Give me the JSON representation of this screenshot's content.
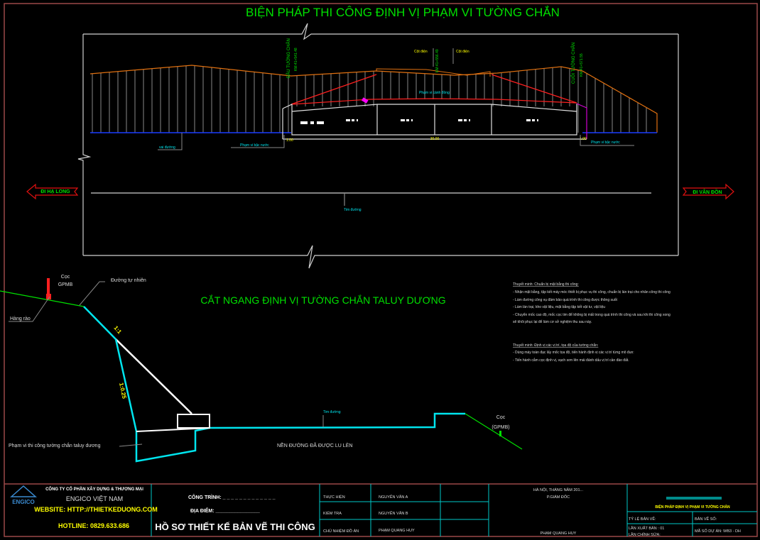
{
  "plan": {
    "title": "BIỆN PHÁP THI CÔNG ĐỊNH VỊ PHẠM VI TƯỜNG CHẮN",
    "start_label": "ĐẦU TƯỜNG CHẮN",
    "start_km": "KM:41+541.48",
    "end_label": "CUỐI TƯỜNG CHẮN",
    "end_km": "KM:41+571.55",
    "mid_km": "KM:41+556.49",
    "pole_left": "Cột điện",
    "pole_right": "Cột điện",
    "range_label": "Phạm vi cánh đồng",
    "road_edge": "vai đường",
    "step_left": "Phạm vi bậc nước",
    "step_right": "Phạm vi bậc nước",
    "centerline": "Tim đường",
    "dir_left": "ĐI HẠ LONG",
    "dir_right": "ĐI VÂN ĐỒN",
    "dim_left": "1.00",
    "dim_mid": "30.00",
    "dim_right": "1.00"
  },
  "section": {
    "title": "CẮT NGANG ĐỊNH VỊ TƯỜNG CHẮN TALUY DƯƠNG",
    "stake_left": [
      "Cọc",
      "GPMB"
    ],
    "natural_ground": "Đường tự nhiên",
    "fence": "Hàng rào",
    "slope_top": "1:1",
    "slope_wall": "1:0.25",
    "range": "Phạm vi thi công tường chắn taluy dương",
    "road_base": "NỀN ĐƯỜNG ĐÃ ĐƯỢC LU LÈN",
    "centerline": "Tim đường",
    "stake_right": [
      "Cọc",
      "(GPMB)"
    ]
  },
  "notes": {
    "n1_title": "Thuyết minh: Chuẩn bị mặt bằng thi công:",
    "n1_items": [
      "- Nhận mặt bằng, tập kết máy móc thiết bị phục vụ thi công, chuẩn bị lán trại cho nhân công thi công",
      "- Làm đường công vụ đảm bảo quá trình thi công được thông suốt",
      "- Làm lán trại, kho vật liệu, mặt bằng tập kết vật tư, vật liệu",
      "- Chuyển mốc cao độ, mốc cọc tim để không bị mất trong quá trình thi công và sau khi thi công xong",
      "sẽ khôi phục lại để làm cơ sở nghiệm thu sau này."
    ],
    "n2_title": "Thuyết minh: Định vị các vị trí, tọa độ của tường chắn:",
    "n2_items": [
      "- Dùng máy toàn đạc lấy mốc tọa độ, tiến hành định vị các vị trí từng mô đun:",
      "- Tiến hành cắm cọc định vị, vạch sơn lên mái đánh dấu vị trí cần đào đất."
    ]
  },
  "titleblock": {
    "logo_text": "ENGICO",
    "company_line1": "CÔNG TY CỔ PHẦN XÂY DỰNG & THƯƠNG MẠI",
    "company_line2": "ENGICO VIỆT NAM",
    "website": "WEBSITE: HTTP://THIETKEDUONG.COM",
    "hotline": "HOTLINE: 0829.633.686",
    "project_label": "CÔNG TRÌNH: _ _ _ _ _ _ _ _ _ _ _ _ _",
    "location_label": "ĐỊA ĐIỂM: ________________",
    "doc_title": "HỒ SƠ THIẾT KẾ BẢN VẼ THI CÔNG",
    "rows": [
      {
        "role": "THỰC HIỆN",
        "name": "NGUYỄN VĂN A"
      },
      {
        "role": "KIỂM TRA",
        "name": "NGUYỄN VĂN B"
      },
      {
        "role": "CHỦ NHIỆM ĐỒ ÁN",
        "name": "PHẠM QUANG HUY"
      }
    ],
    "place_date": "HÀ NỘI, THÁNG   NĂM 201...",
    "director_title": "P.GIÁM ĐỐC",
    "director_name": "PHẠM QUANG HUY",
    "scale_label": "TỶ LỆ BẢN VẼ:",
    "drawing_label": "BẢN VẼ SỐ:",
    "drawing_name": "BIỆN PHÁP ĐỊNH VỊ PHẠM VI TƯỜNG CHẮN",
    "issue": "LẦN XUẤT BẢN : 01",
    "revision": "LẦN CHỈNH SỬA:",
    "project_code": "MÃ SỐ DỰ ÁN: WB3 - DH"
  },
  "colors": {
    "green": "#00e000",
    "cyan": "#00e5ee",
    "yellow": "#ffff00",
    "red": "#ff2020",
    "orange": "#e07010",
    "frame": "#9a4848"
  }
}
